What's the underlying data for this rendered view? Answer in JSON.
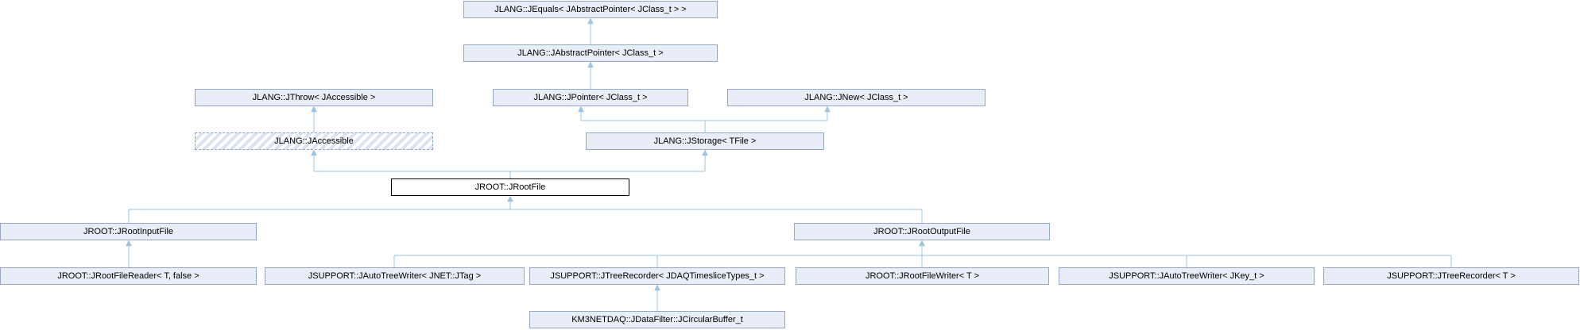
{
  "diagram": {
    "kind": "class-inheritance-graph",
    "colors": {
      "background": "#ffffff",
      "node_fill": "#e8edf7",
      "node_border": "#96a6c8",
      "current_node_border": "#000000",
      "current_node_fill": "#ffffff",
      "dashed_node_stripe": "#dde3f0",
      "edge": "#9cc3e2",
      "text": "#000000"
    },
    "nodes": [
      {
        "label": "JLANG::JEquals< JAbstractPointer< JClass_t > >",
        "style": "default"
      },
      {
        "label": "JLANG::JAbstractPointer< JClass_t >",
        "style": "default"
      },
      {
        "label": "JLANG::JThrow< JAccessible >",
        "style": "default"
      },
      {
        "label": "JLANG::JPointer< JClass_t >",
        "style": "default"
      },
      {
        "label": "JLANG::JNew< JClass_t >",
        "style": "default"
      },
      {
        "label": "JLANG::JAccessible",
        "style": "dashed-hatched"
      },
      {
        "label": "JLANG::JStorage< TFile >",
        "style": "default"
      },
      {
        "label": "JROOT::JRootFile",
        "style": "current-class"
      },
      {
        "label": "JROOT::JRootInputFile",
        "style": "default"
      },
      {
        "label": "JROOT::JRootOutputFile",
        "style": "default"
      },
      {
        "label": "JROOT::JRootFileReader< T, false >",
        "style": "default"
      },
      {
        "label": "JSUPPORT::JAutoTreeWriter< JNET::JTag >",
        "style": "default"
      },
      {
        "label": "JSUPPORT::JTreeRecorder< JDAQTimesliceTypes_t >",
        "style": "default"
      },
      {
        "label": "JROOT::JRootFileWriter< T >",
        "style": "default"
      },
      {
        "label": "JSUPPORT::JAutoTreeWriter< JKey_t >",
        "style": "default"
      },
      {
        "label": "JSUPPORT::JTreeRecorder< T >",
        "style": "default"
      },
      {
        "label": "KM3NETDAQ::JDataFilter::JCircularBuffer_t",
        "style": "default"
      }
    ],
    "edges": [
      {
        "from": "JLANG::JAbstractPointer< JClass_t >",
        "to": "JLANG::JEquals< JAbstractPointer< JClass_t > >"
      },
      {
        "from": "JLANG::JPointer< JClass_t >",
        "to": "JLANG::JAbstractPointer< JClass_t >"
      },
      {
        "from": "JLANG::JAccessible",
        "to": "JLANG::JThrow< JAccessible >"
      },
      {
        "from": "JLANG::JStorage< TFile >",
        "to": "JLANG::JPointer< JClass_t >"
      },
      {
        "from": "JLANG::JStorage< TFile >",
        "to": "JLANG::JNew< JClass_t >"
      },
      {
        "from": "JROOT::JRootFile",
        "to": "JLANG::JAccessible"
      },
      {
        "from": "JROOT::JRootFile",
        "to": "JLANG::JStorage< TFile >"
      },
      {
        "from": "JROOT::JRootInputFile",
        "to": "JROOT::JRootFile"
      },
      {
        "from": "JROOT::JRootOutputFile",
        "to": "JROOT::JRootFile"
      },
      {
        "from": "JROOT::JRootFileReader< T, false >",
        "to": "JROOT::JRootInputFile"
      },
      {
        "from": "JSUPPORT::JAutoTreeWriter< JNET::JTag >",
        "to": "JROOT::JRootOutputFile"
      },
      {
        "from": "JSUPPORT::JTreeRecorder< JDAQTimesliceTypes_t >",
        "to": "JROOT::JRootOutputFile"
      },
      {
        "from": "JROOT::JRootFileWriter< T >",
        "to": "JROOT::JRootOutputFile"
      },
      {
        "from": "JSUPPORT::JAutoTreeWriter< JKey_t >",
        "to": "JROOT::JRootOutputFile"
      },
      {
        "from": "JSUPPORT::JTreeRecorder< T >",
        "to": "JROOT::JRootOutputFile"
      },
      {
        "from": "KM3NETDAQ::JDataFilter::JCircularBuffer_t",
        "to": "JSUPPORT::JTreeRecorder< JDAQTimesliceTypes_t >"
      }
    ]
  }
}
